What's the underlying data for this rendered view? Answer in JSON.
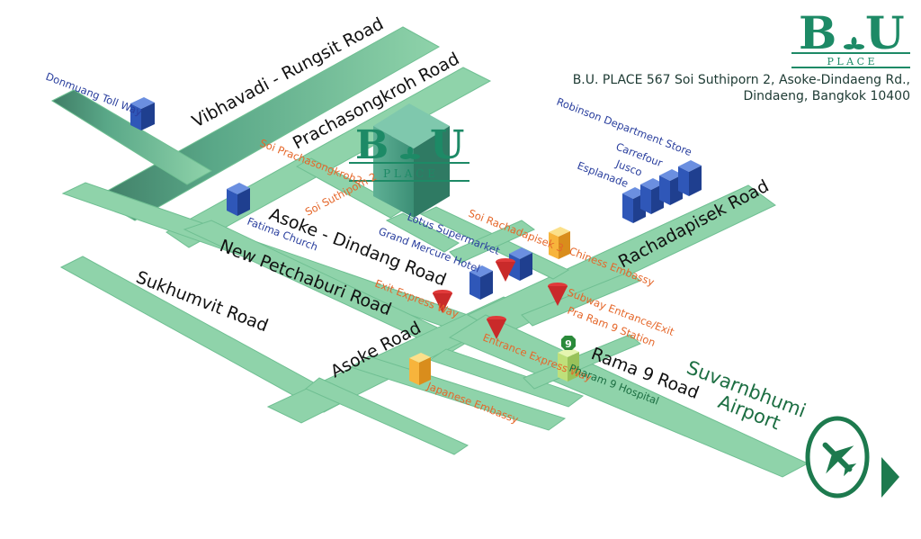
{
  "logo": {
    "letter_left": "B",
    "letter_right": "U",
    "subtitle": "P L A C E"
  },
  "address": {
    "line1": "B.U. PLACE 567 Soi Suthiporn 2, Asoke-Dindaeng Rd.,",
    "line2": "Dindaeng, Bangkok 10400"
  },
  "roads": {
    "vibhavadi": "Vibhavadi - Rungsit Road",
    "prachasongkroh": "Prachasongkroh Road",
    "asoke_dindang": "Asoke - Dindang Road",
    "new_petchaburi": "New Petchaburi Road",
    "sukhumvit": "Sukhumvit Road",
    "asoke": "Asoke Road",
    "rachadapisek": "Rachadapisek Road",
    "rama9": "Rama 9 Road"
  },
  "sois": {
    "soi_prachasongkroh2": "Soi Prachasongkroh2",
    "soi_suthiporn2": "Soi Suthiporn 2",
    "soi_rachadapisek3": "Soi  Rachadapisek 3"
  },
  "landmarks": {
    "donmuang": "Donmuang Toll Way",
    "fatima": "Fatima Church",
    "lotus": "Lotus Supermarket",
    "grand_mercure": "Grand Mercure Hotel",
    "robinson": "Robinson Department Store",
    "carrefour": "Carrefour",
    "jusco": "Jusco",
    "esplanade": "Esplanade",
    "chinese_embassy": "Chiness Embassy",
    "exit_expressway": "Exit Express Way",
    "entrance_expressway": "Entrance Express Way",
    "subway_line1": "Subway Entrance/Exit",
    "subway_line2": "Pra Ram 9 Station",
    "japanese_embassy": "Japanese Embassy",
    "pharam9_hospital": "Pharam 9 Hospital",
    "hospital_badge": "9"
  },
  "airport": {
    "line1": "Suvarnbhumi",
    "line2": "Airport"
  },
  "colors": {
    "road": "#8fd3aa",
    "road_dark": "#4f9a7a",
    "brand_green": "#1d8a66",
    "building_blue": "#2f57b8",
    "building_orange": "#f7b43c",
    "marker_red": "#e03a3a"
  }
}
